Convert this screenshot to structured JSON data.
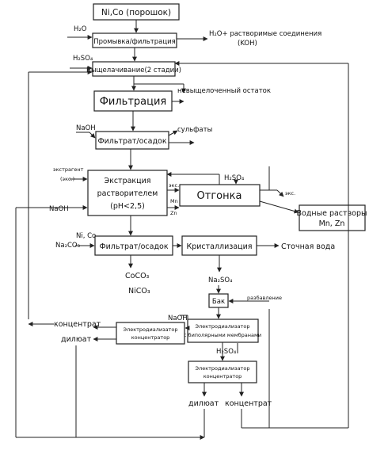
{
  "boxes": {
    "start": "Ni,Co (порошок)",
    "wash": "Промывка/фильтрация",
    "leach": "Выщелачивание(2 стадии)",
    "filtration": "Фильтрация",
    "filtrate1": "Фильтрат/осадок",
    "extraction_l1": "Экстракция",
    "extraction_l2": "растворителем",
    "extraction_l3": "(pH<2,5)",
    "stripping": "Отгонка",
    "water_l1": "Водные растворы",
    "water_l2": "Mn, Zn",
    "filtrate2": "Фильтрат/осадок",
    "crystal": "Кристаллизация",
    "bak": "Бак",
    "edbm_l1": "Электродиализатор",
    "edbm_l2": "с биполярными мембранами",
    "edc1_l1": "Электродиализатор",
    "edc1_l2": "концентратор",
    "edc2_l1": "Электродиализатор",
    "edc2_l2": "концентратор"
  },
  "labels": {
    "h2o": "H₂O",
    "h2o_out_l1": "H₂O+ растворимые соединения",
    "h2o_out_l2": "(KOH)",
    "h2so4_1": "H₂SO₄",
    "residue": "невыщелоченный остаток",
    "naoh_1": "NaOH",
    "sulfates": "сульфаты",
    "extractant_l1": "экстрагент",
    "extractant_l2": "(экс.)",
    "naoh_2": "NaOH",
    "eks_1": "экс.",
    "h2so4_2": "H₂SO₄",
    "eks_2": "экс.",
    "mn": "Mn",
    "zn": "Zn",
    "na2co3": "Na₂CO₃",
    "nico": "Ni, Co",
    "wastewater": "Сточная вода",
    "caco3": "CoCO₃",
    "nico3": "NiCO₃",
    "na2so4": "Na₂SO₄",
    "dilution": "разбавление",
    "naoh_3": "NaOH",
    "concentrate_1": "концентрат",
    "diluate_1": "дилюат",
    "h2so4_3": "H₂SO₄",
    "diluate_2": "дилюат",
    "concentrate_2": "концентрат"
  }
}
